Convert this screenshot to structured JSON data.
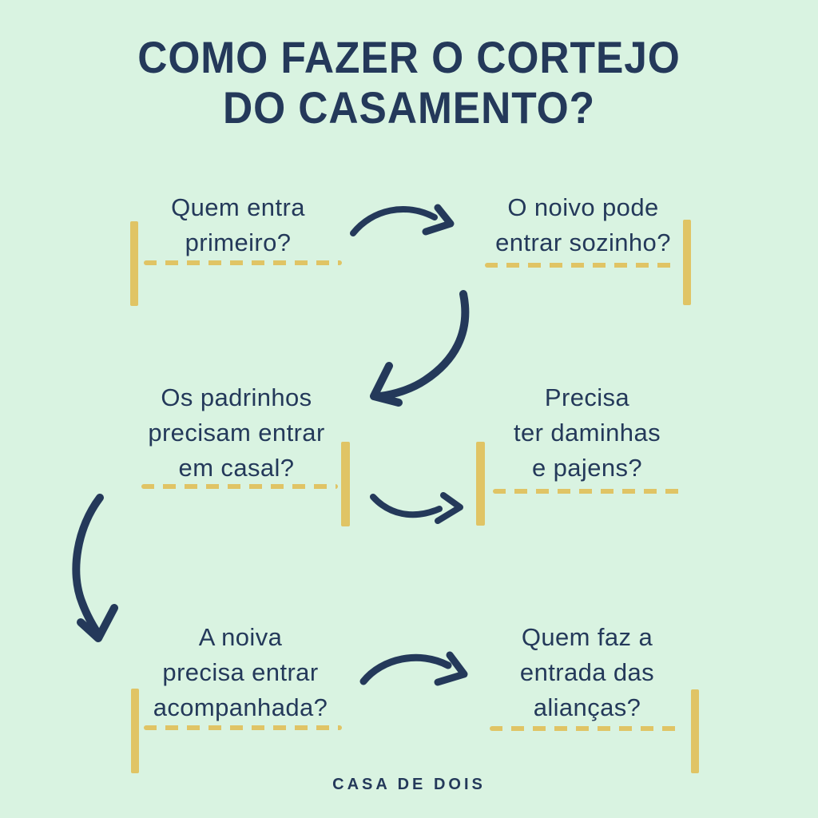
{
  "title": {
    "line1": "COMO FAZER O CORTEJO",
    "line2": "DO CASAMENTO?"
  },
  "questions": {
    "q1": {
      "lines": [
        "Quem entra",
        "primeiro?"
      ]
    },
    "q2": {
      "lines": [
        "O noivo pode",
        "entrar sozinho?"
      ]
    },
    "q3": {
      "lines": [
        "Os padrinhos",
        "precisam entrar",
        "em casal?"
      ]
    },
    "q4": {
      "lines": [
        "Precisa",
        "ter daminhas",
        "e pajens?"
      ]
    },
    "q5": {
      "lines": [
        "A noiva",
        "precisa entrar",
        "acompanhada?"
      ]
    },
    "q6": {
      "lines": [
        "Quem faz a",
        "entrada das",
        "alianças?"
      ]
    }
  },
  "footer": {
    "brand": "CASA DE DOIS"
  },
  "colors": {
    "background": "#d9f3e1",
    "text_navy": "#24395a",
    "accent_gold": "#e0c465"
  }
}
